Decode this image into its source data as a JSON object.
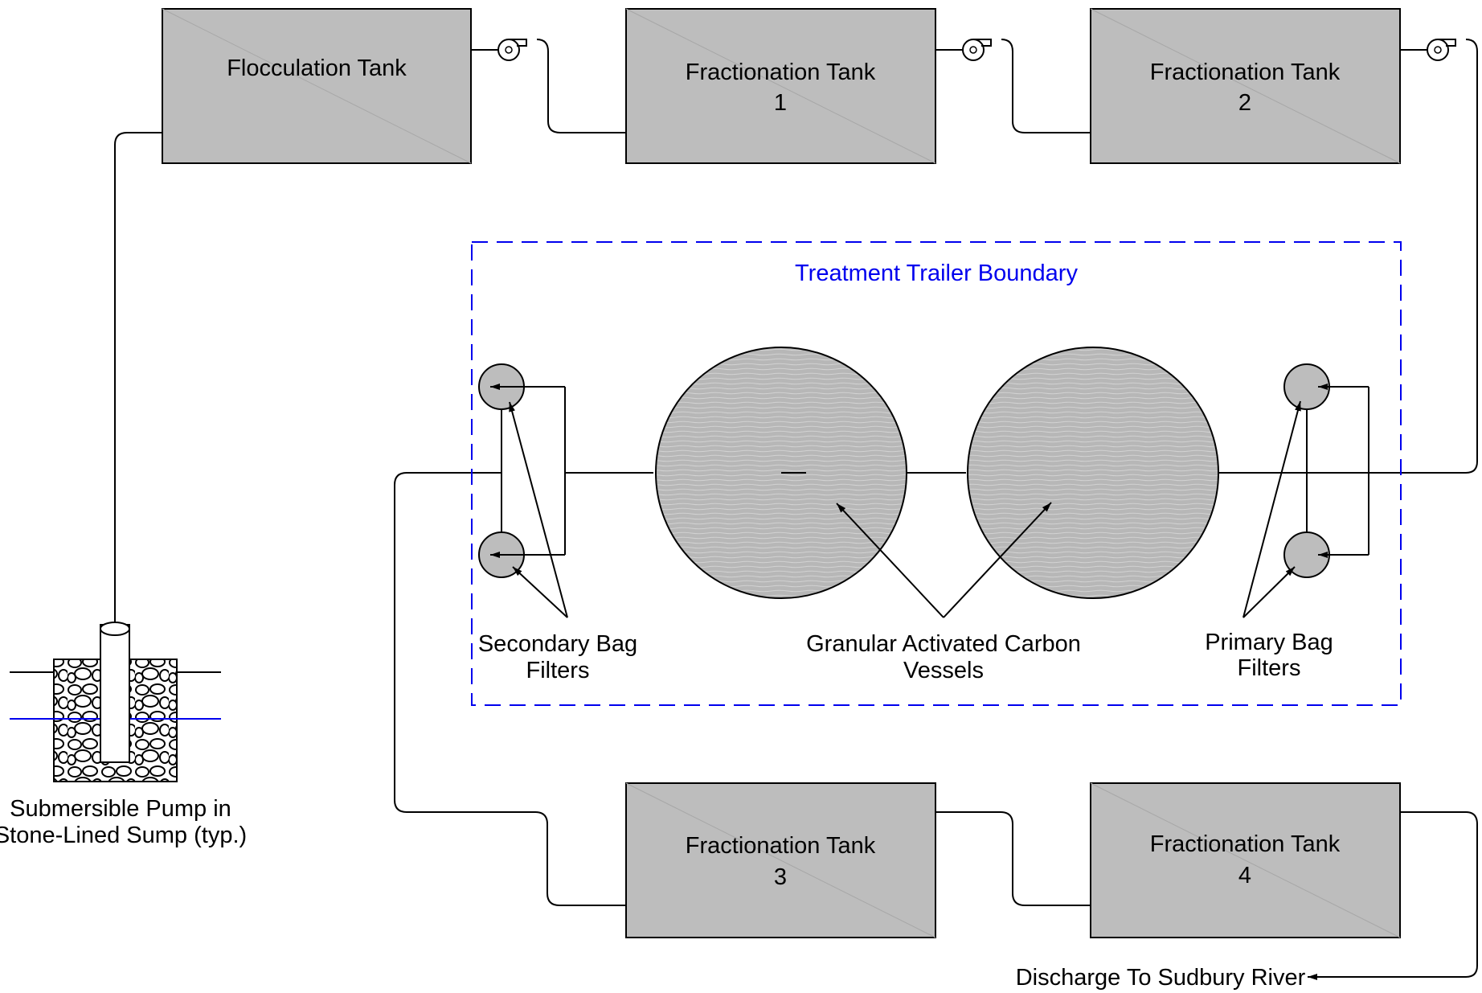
{
  "tanks": {
    "flocculation": {
      "line1": "Flocculation Tank",
      "line2": ""
    },
    "frac1": {
      "line1": "Fractionation Tank",
      "line2": "1"
    },
    "frac2": {
      "line1": "Fractionation Tank",
      "line2": "2"
    },
    "frac3": {
      "line1": "Fractionation Tank",
      "line2": "3"
    },
    "frac4": {
      "line1": "Fractionation Tank",
      "line2": "4"
    }
  },
  "boundary_label": "Treatment Trailer Boundary",
  "labels": {
    "secondary_bag_filters": {
      "line1": "Secondary Bag",
      "line2": "Filters"
    },
    "gac_vessels": {
      "line1": "Granular Activated Carbon",
      "line2": "Vessels"
    },
    "primary_bag_filters": {
      "line1": "Primary Bag",
      "line2": "Filters"
    },
    "sump": {
      "line1": "Submersible Pump in",
      "line2": "Stone-Lined Sump (typ.)"
    },
    "discharge": "Discharge To Sudbury River"
  },
  "colors": {
    "tank_fill": "#bdbdbd",
    "boundary": "#0000ee",
    "water_line": "#0000ee",
    "line": "#000000"
  },
  "icons": {
    "pump": "centrifugal-pump-icon",
    "stones": "stone-fill-pattern"
  }
}
